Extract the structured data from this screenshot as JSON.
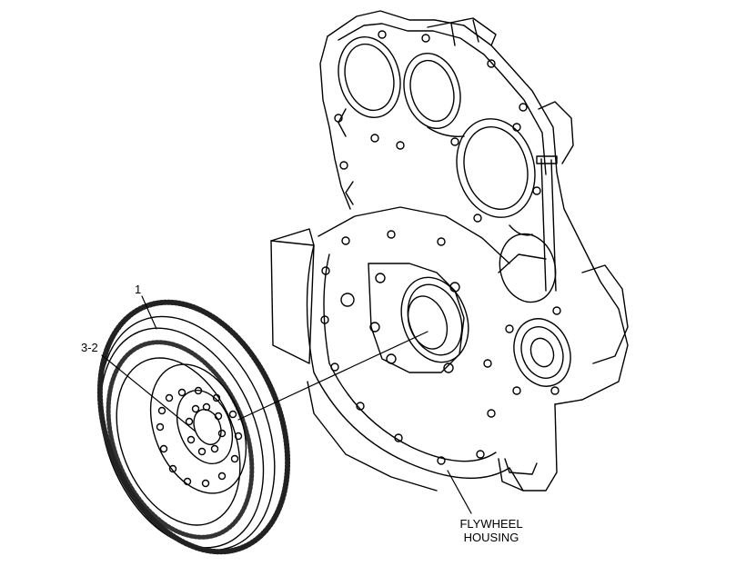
{
  "callouts": {
    "flywheel": "1",
    "bolt": "3-2",
    "housing_line1": "FLYWHEEL",
    "housing_line2": "HOUSING"
  },
  "colors": {
    "line": "#000000",
    "background": "#ffffff"
  }
}
